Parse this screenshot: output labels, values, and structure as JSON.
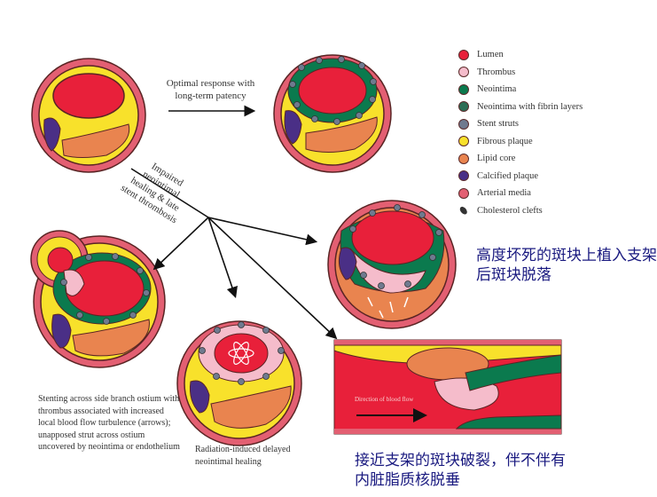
{
  "colors": {
    "lumen": "#e8203a",
    "thrombus": "#f5bccb",
    "neointima": "#0b7a4e",
    "neointima_fibrin": "#2d6e55",
    "stent_struts": "#6f7a8f",
    "fibrous_plaque": "#f8e12b",
    "lipid_core": "#e9844f",
    "calcified_plaque": "#4a2f86",
    "arterial_media": "#e35f72",
    "outline": "#5a2424"
  },
  "legend": [
    {
      "label": "Lumen",
      "color": "#e8203a"
    },
    {
      "label": "Thrombus",
      "color": "#f5bccb"
    },
    {
      "label": "Neointima",
      "color": "#0b7a4e"
    },
    {
      "label": "Neointima with fibrin layers",
      "color": "#2d6e55"
    },
    {
      "label": "Stent struts",
      "color": "#6f7a8f"
    },
    {
      "label": "Fibrous plaque",
      "color": "#f8e12b"
    },
    {
      "label": "Lipid core",
      "color": "#e9844f"
    },
    {
      "label": "Calcified plaque",
      "color": "#4a2f86"
    },
    {
      "label": "Arterial media",
      "color": "#e35f72"
    },
    {
      "label": "Cholesterol clefts",
      "icon": "cholesterol-cleft-icon"
    }
  ],
  "labels": {
    "optimal": "Optimal response with long-term patency",
    "impaired": "Impaired neointimal healing & late stent thrombosis",
    "side_branch": "Stenting across side branch ostium with thrombus associated with increased local blood flow turbulence (arrows); unapposed strut across ostium uncovered by neointima or endothelium",
    "radiation": "Radiation-induced delayed neointimal healing",
    "flow": "Direction of blood flow"
  },
  "annotations_zh": {
    "necrotic": "高度坏死的斑块上植入支架后斑块脱落",
    "rupture": "接近支架的斑块破裂，伴不伴有内脏脂质核脱垂"
  }
}
